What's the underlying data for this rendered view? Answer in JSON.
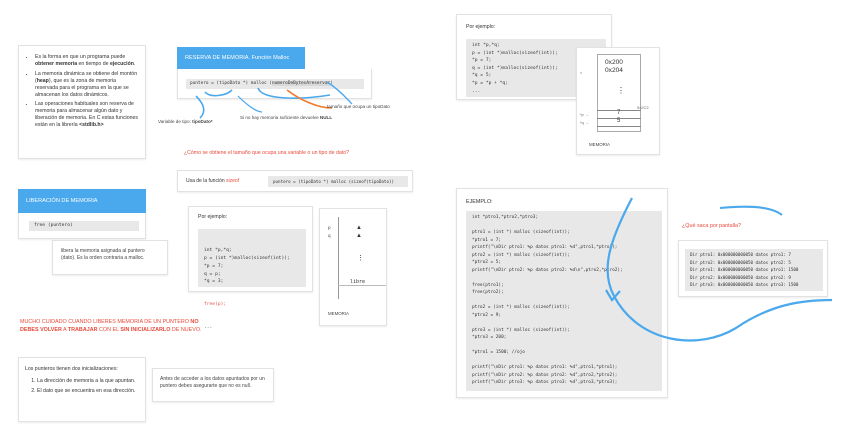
{
  "intro": {
    "bullets": [
      {
        "parts": [
          {
            "t": "Es la forma en que un programa puede ",
            "b": false
          },
          {
            "t": "obtener memoria",
            "b": true
          },
          {
            "t": " en tiempo de ",
            "b": false
          },
          {
            "t": "ejecución",
            "b": true
          },
          {
            "t": ".",
            "b": false
          }
        ]
      },
      {
        "parts": [
          {
            "t": "La memoria dinámica se obtiene del montón (",
            "b": false
          },
          {
            "t": "heap",
            "b": true
          },
          {
            "t": "), que es la zona de memoria reservada para el programa en la que se almacenan los datos dinámicos.",
            "b": false
          }
        ]
      },
      {
        "parts": [
          {
            "t": "Las operaciones habituales son reserva de memoria para almacenar algún dato y liberación de memoria. En C estas funciones están en la librería ",
            "b": false
          },
          {
            "t": "<stdlib.h>",
            "b": true
          }
        ]
      }
    ]
  },
  "reserva": {
    "title": "RESERVA DE MEMORIA. Función Malloc",
    "code_a": "puntero = (tipoDato *) malloc (",
    "code_b": "numeroDeBytesAreservar",
    "code_c": ")",
    "label_size": "tamaño que ocupa un tipoDato",
    "label_null_a": "Si no hay memoria suficiente devuelve ",
    "label_null_b": "NULL",
    "label_type_a": "Variable de tipo: ",
    "label_type_b": "tipoDato*"
  },
  "sizeof": {
    "question": "¿Cómo se obtiene el tamaño que ocupa una variable o un tipo de dato?",
    "use_a": "Usa de la función ",
    "use_b": "sizeof",
    "code": "puntero = (tipoDato *) malloc (sizeof(tipoDato))"
  },
  "liberacion": {
    "title": "LIBERACIÓN DE MEMORIA",
    "code": "free (puntero)",
    "note": "libera la memoria asignada al puntero (dato). Es la orden contraria a malloc."
  },
  "ejemplo1": {
    "title": "Por ejemplo:",
    "code_lines": [
      "int *p,*q;",
      "p = (int *)malloc(sizeof(int));",
      "*p = 7;",
      "q = p;",
      "*q = 3;"
    ],
    "free_line": "free(p);",
    "dots": "...",
    "memory": {
      "label_p": "p",
      "label_q": "q",
      "dots": "⋮",
      "libre": "libre",
      "caption": "MEMORIA"
    }
  },
  "ejemplo2": {
    "title": "Por ejemplo:",
    "code_lines": [
      "int *p,*q;",
      "p = (int *)malloc(sizeof(int));",
      "*p = 7;",
      "q = (int *)malloc(sizeof(int));",
      "*q = 5;",
      "*p = *p + *q;",
      "..."
    ],
    "memory": {
      "addr1": "0x200",
      "addr2": "0x204",
      "dots": "⋮",
      "addr_small": "0x2C2",
      "val1": "7",
      "val2": "5",
      "caption": "MEMORIA"
    }
  },
  "warning": {
    "a": "MUCHO CUIDADO CUANDO LIBERES MEMORIA DE UN PUNTERO ",
    "b": "NO DEBES VOLVER",
    "c": " A ",
    "d": "TRABAJAR",
    "e": " CON EL ",
    "f": "SIN INICIALIZARLO",
    "g": " DE NUEVO."
  },
  "inicializaciones": {
    "title": "Los punteros tienen dos inicializaciones:",
    "items": [
      "La dirección de memoria a la que apuntan.",
      "El dato que se encuentra en esa dirección."
    ]
  },
  "acceso": {
    "text": "Antes de acceder a los datos apuntados por un puntero debes asegurarte que no es null."
  },
  "ejemplo3": {
    "title": "EJEMPLO:",
    "code_lines": [
      "int *ptro1,*ptro2,*ptro3;",
      "",
      "ptro1 = (int *) malloc (sizeof(int));",
      "*ptro1 = 7;",
      "printf(\"\\nDir ptro1: %p datos ptro1: %d\",ptro1,*ptro1);",
      "ptro2 = (int *) malloc (sizeof(int));",
      "*ptro2 = 5;",
      "printf(\"\\nDir ptro2: %p datos ptro2: %d\\n\",ptro2,*ptro2);",
      "",
      "free(ptro1);",
      "free(ptro2);",
      "",
      "ptro2 = (int *) malloc (sizeof(int));",
      "*ptro2 = 9;",
      "",
      "ptro3 = (int *) malloc (sizeof(int));",
      "*ptro3 = 200;",
      "",
      "*ptro1 = 1500; //ojo",
      "",
      "printf(\"\\nDir ptro1: %p datos ptro1: %d\",ptro1,*ptro1);",
      "printf(\"\\nDir ptro2: %p datos ptro2: %d\",ptro2,*ptro2);",
      "printf(\"\\nDir ptro3: %p datos ptro3: %d\",ptro3,*ptro3);"
    ]
  },
  "pantalla": {
    "question": "¿Qué saca por pantalla?",
    "output_lines": [
      "Dir ptro1: 0x000000000050 datos ptro1: 7",
      "Dir ptro2: 0x000000000050 datos ptro2: 5",
      "Dir ptro1: 0x000000000050 datos ptro1: 1500",
      "Dir ptro2: 0x000000000050 datos ptro2: 9",
      "Dir ptro3: 0x000000000050 datos ptro3: 1500"
    ]
  },
  "colors": {
    "accent_blue": "#4aa8ec",
    "accent_red": "#e84a3a",
    "accent_orange": "#f07a30"
  }
}
